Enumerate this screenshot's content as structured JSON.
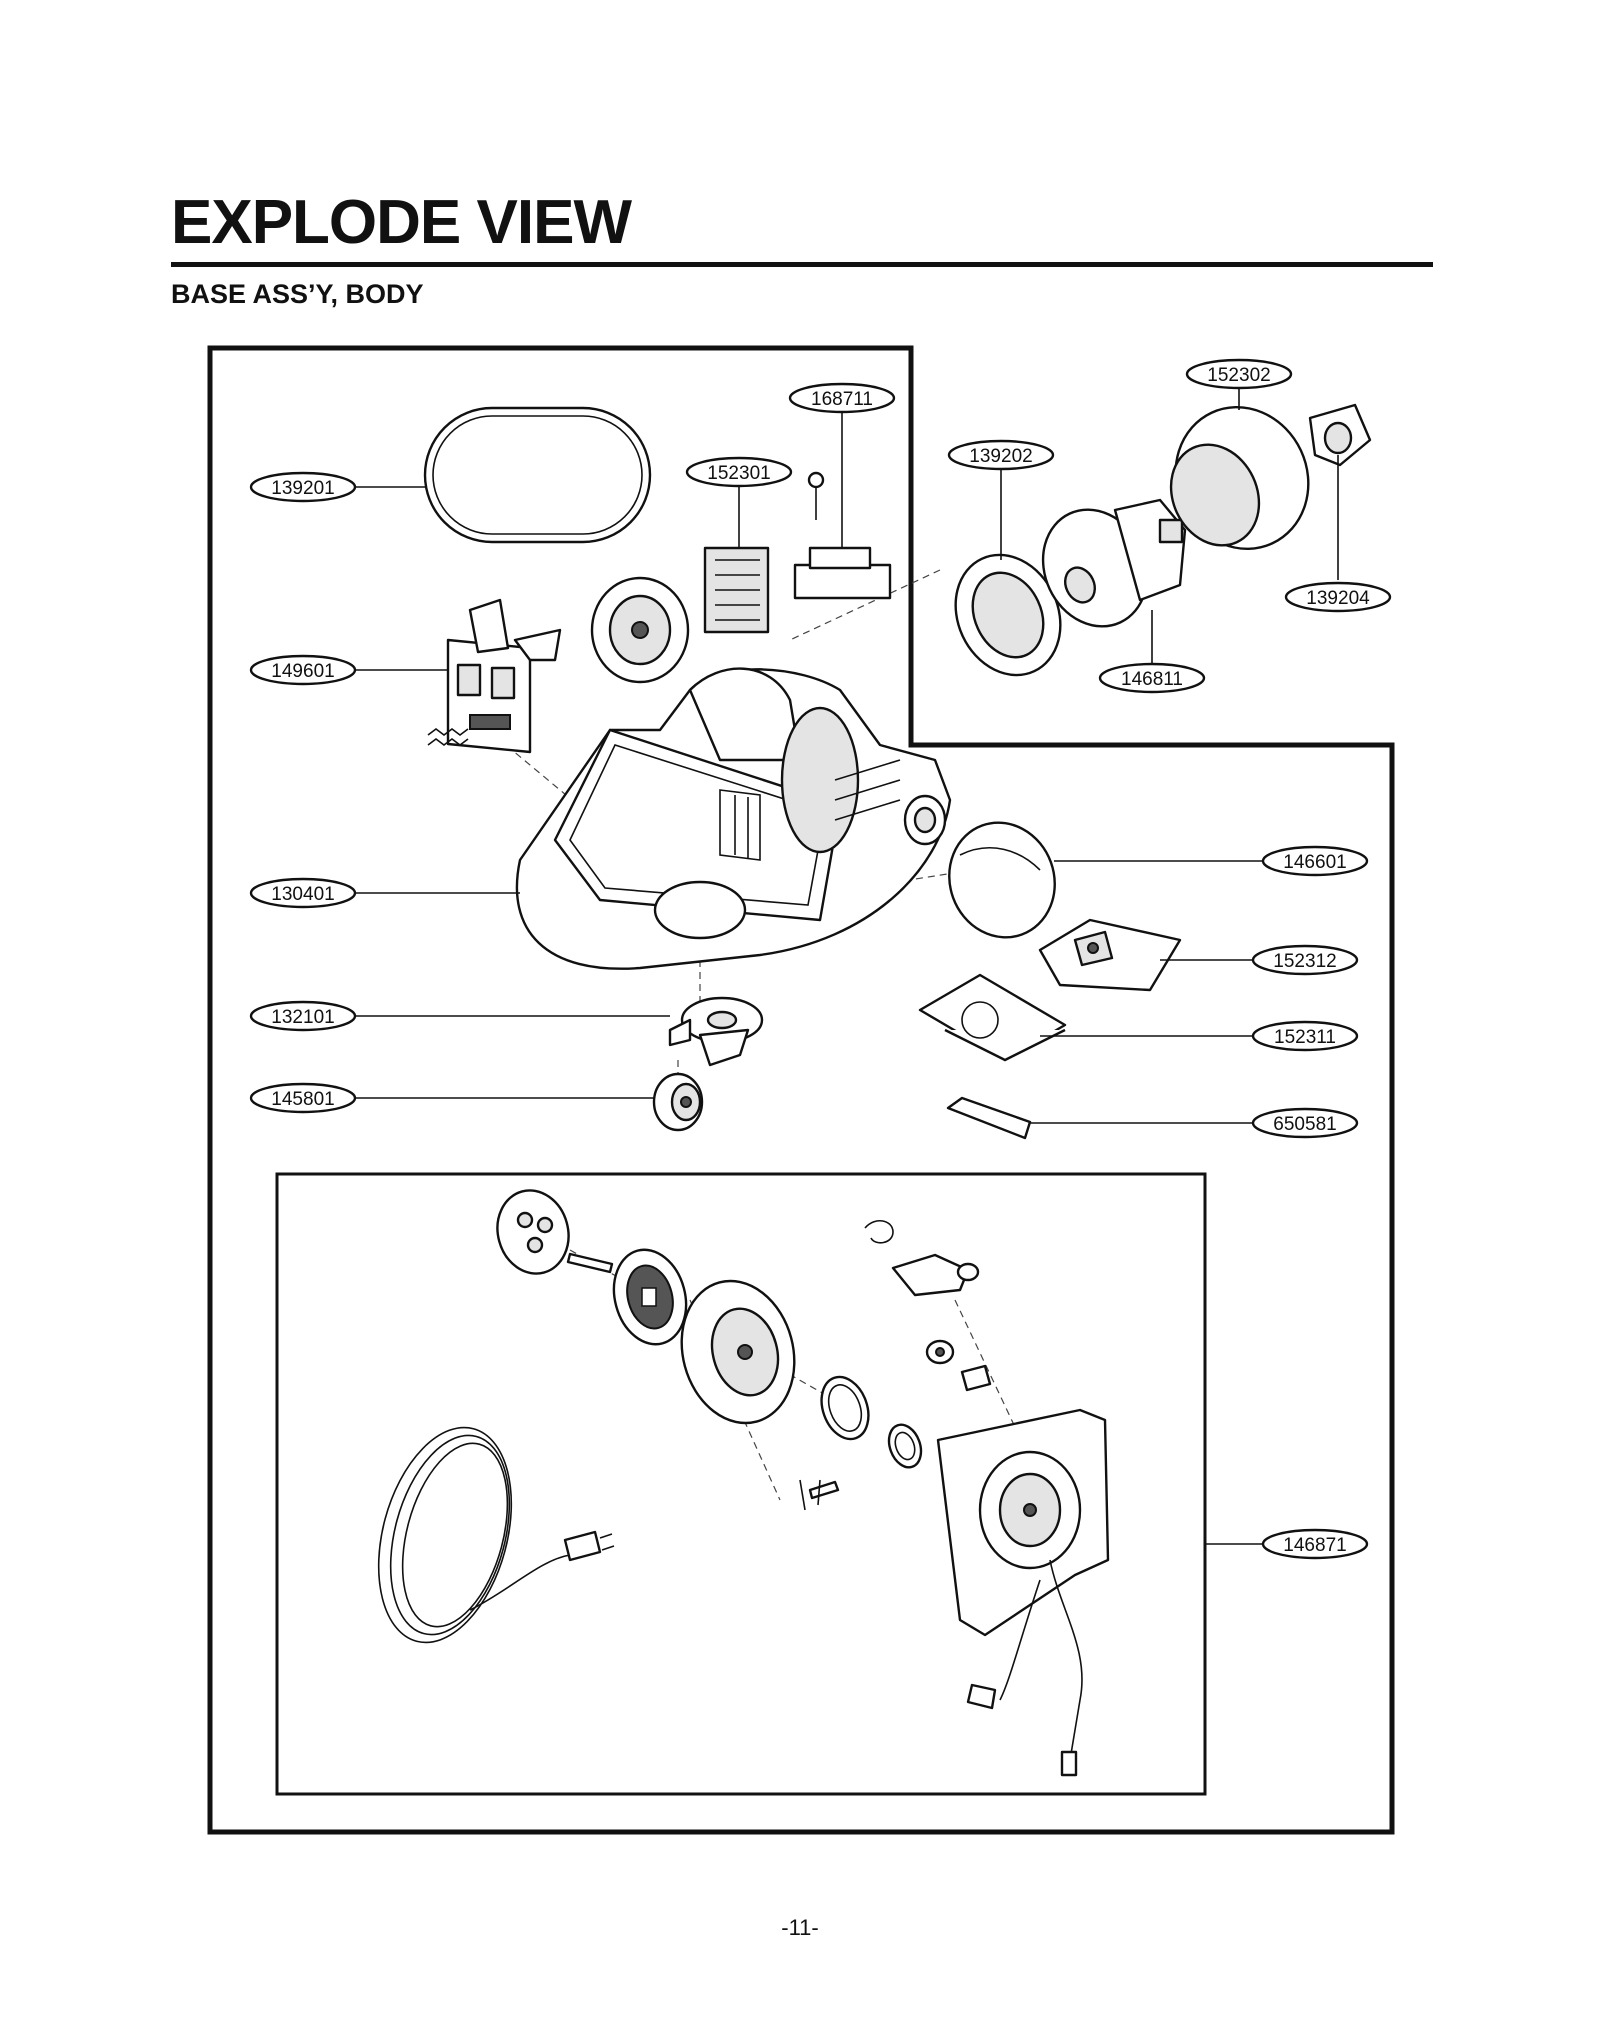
{
  "page": {
    "title": "EXPLODE VIEW",
    "subtitle": "BASE ASS’Y, BODY",
    "page_number": "-11-"
  },
  "part_labels": [
    {
      "id": "p168711",
      "text": "168711"
    },
    {
      "id": "p152301",
      "text": "152301"
    },
    {
      "id": "p139201",
      "text": "139201"
    },
    {
      "id": "p149601",
      "text": "149601"
    },
    {
      "id": "p130401",
      "text": "130401"
    },
    {
      "id": "p132101",
      "text": "132101"
    },
    {
      "id": "p145801",
      "text": "145801"
    },
    {
      "id": "p152302",
      "text": "152302"
    },
    {
      "id": "p139202",
      "text": "139202"
    },
    {
      "id": "p139204",
      "text": "139204"
    },
    {
      "id": "p146811",
      "text": "146811"
    },
    {
      "id": "p146601",
      "text": "146601"
    },
    {
      "id": "p152312",
      "text": "152312"
    },
    {
      "id": "p152311",
      "text": "152311"
    },
    {
      "id": "p650581",
      "text": "650581"
    },
    {
      "id": "p146871",
      "text": "146871"
    }
  ]
}
